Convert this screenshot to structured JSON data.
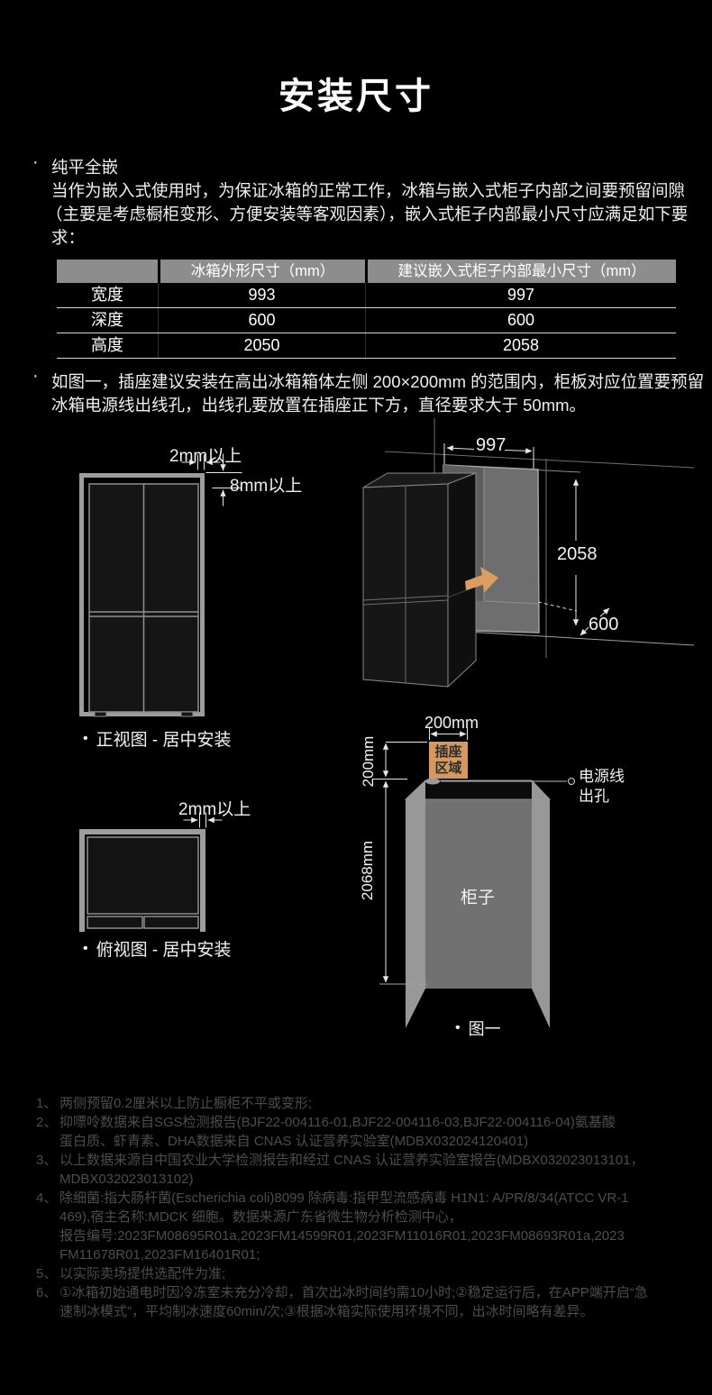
{
  "page": {
    "title": "安装尺寸",
    "list_dot": "·",
    "caption_dot": "•"
  },
  "section_flush_embed": {
    "heading": "纯平全嵌",
    "lines": [
      "当作为嵌入式使用时，为保证冰箱的正常工作，冰箱与嵌入式柜子内部之间要预留间隙",
      "（主要是考虑橱柜变形、方便安装等客观因素），嵌入式柜子内部最小尺寸应满足如下要",
      "求："
    ]
  },
  "dimension_table": {
    "headers": [
      "",
      "冰箱外形尺寸（mm）",
      "建议嵌入式柜子内部最小尺寸（mm）"
    ],
    "rows": [
      {
        "label": "宽度",
        "fridge": "993",
        "cabinet": "997"
      },
      {
        "label": "深度",
        "fridge": "600",
        "cabinet": "600"
      },
      {
        "label": "高度",
        "fridge": "2050",
        "cabinet": "2058"
      }
    ]
  },
  "section_socket": {
    "lines": [
      "如图一，插座建议安装在高出冰箱箱体左侧 200×200mm 的范围内，柜板对应位置要预留",
      "冰箱电源线出线孔，出线孔要放置在插座正下方，直径要求大于 50mm。"
    ]
  },
  "figures": {
    "front_view": {
      "top_gap_label": "2mm以上",
      "side_gap_label": "8mm以上",
      "caption": "正视图 - 居中安装"
    },
    "embed_3d": {
      "width_label": "997",
      "height_label": "2058",
      "depth_label": "600"
    },
    "top_view": {
      "gap_label": "2mm以上",
      "caption": "俯视图 - 居中安装"
    },
    "cabinet": {
      "socket_width_label": "200mm",
      "socket_offset_label": "200mm",
      "height_label": "2068mm",
      "socket_area_line1": "插座",
      "socket_area_line2": "区域",
      "outlet_line1": "电源线",
      "outlet_line2": "出孔",
      "body_label": "柜子",
      "caption": "图一"
    }
  },
  "footnotes": [
    {
      "marker": "1、",
      "lines": [
        "两侧预留0.2厘米以上防止橱柜不平或变形;"
      ]
    },
    {
      "marker": "2、",
      "lines": [
        "抑嘌呤数据来自SGS检测报告(BJF22-004116-01,BJF22-004116-03,BJF22-004116-04)氨基酸",
        "蛋白质、虾青素、DHA数据来自 CNAS 认证营养实验室(MDBX032024120401)"
      ]
    },
    {
      "marker": "3、",
      "lines": [
        "以上数据来源自中国农业大学检测报告和经过 CNAS 认证营养实验室报告(MDBX032023013101，",
        "MDBX032023013102)"
      ]
    },
    {
      "marker": "4、",
      "lines": [
        "除细菌:指大肠杆菌(Escherichia coli)8099 除病毒:指甲型流感病毒 H1N1: A/PR/8/34(ATCC VR-1",
        "469),宿主名称:MDCK 细胞。数据来源广东省微生物分析检测中心，",
        "报告编号:2023FM08695R01a,2023FM14599R01,2023FM11016R01,2023FM08693R01a,2023",
        "FM11678R01,2023FM16401R01;"
      ]
    },
    {
      "marker": "5、",
      "lines": [
        "以实际卖场提供选配件为准;"
      ]
    },
    {
      "marker": "6、",
      "lines": [
        "①冰箱初始通电时因冷冻室未充分冷却，首次出冰时间约需10小时;②稳定运行后，在APP端开启“急",
        "速制冰模式”，平均制冰速度60min/次;③根据冰箱实际使用环境不同，出冰时间略有差异。"
      ]
    }
  ],
  "colors": {
    "background": "#000000",
    "accent_orange": "#d5985f",
    "table_header_bg": "#8d8d8d",
    "footnote_text": "#4d4d4d"
  }
}
